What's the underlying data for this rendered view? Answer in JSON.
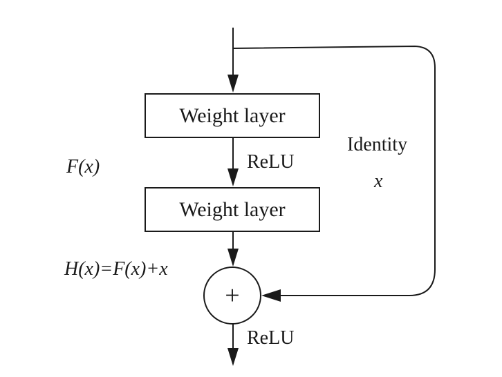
{
  "blocks": {
    "layer1": "Weight layer",
    "layer2": "Weight layer"
  },
  "labels": {
    "relu_mid": "ReLU",
    "relu_out": "ReLU",
    "fx": "F(x)",
    "identity": "Identity",
    "identity_var": "x",
    "hx": "H(x)=F(x)+x",
    "sum_symbol": "+"
  },
  "colors": {
    "stroke": "#1a1a1a",
    "background": "#ffffff"
  }
}
